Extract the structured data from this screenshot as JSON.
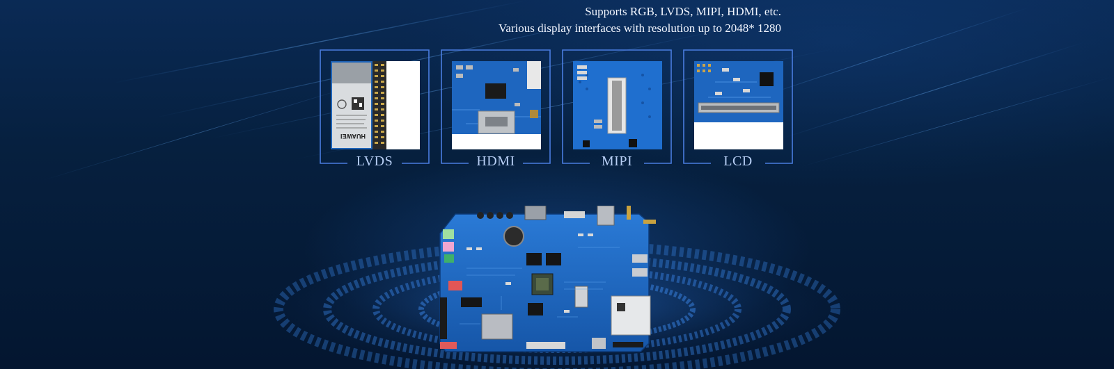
{
  "headline": {
    "line1": "Supports RGB, LVDS, MIPI, HDMI, etc.",
    "line2": "Various display interfaces with resolution up to 2048* 1280"
  },
  "tiles": [
    {
      "label": "LVDS",
      "module_text": "HUAWEI"
    },
    {
      "label": "HDMI"
    },
    {
      "label": "MIPI"
    },
    {
      "label": "LCD"
    }
  ],
  "colors": {
    "background": "#061a38",
    "frame": "#4a7de0",
    "label": "#b8cff5",
    "pcb": "#1f6cc4"
  }
}
